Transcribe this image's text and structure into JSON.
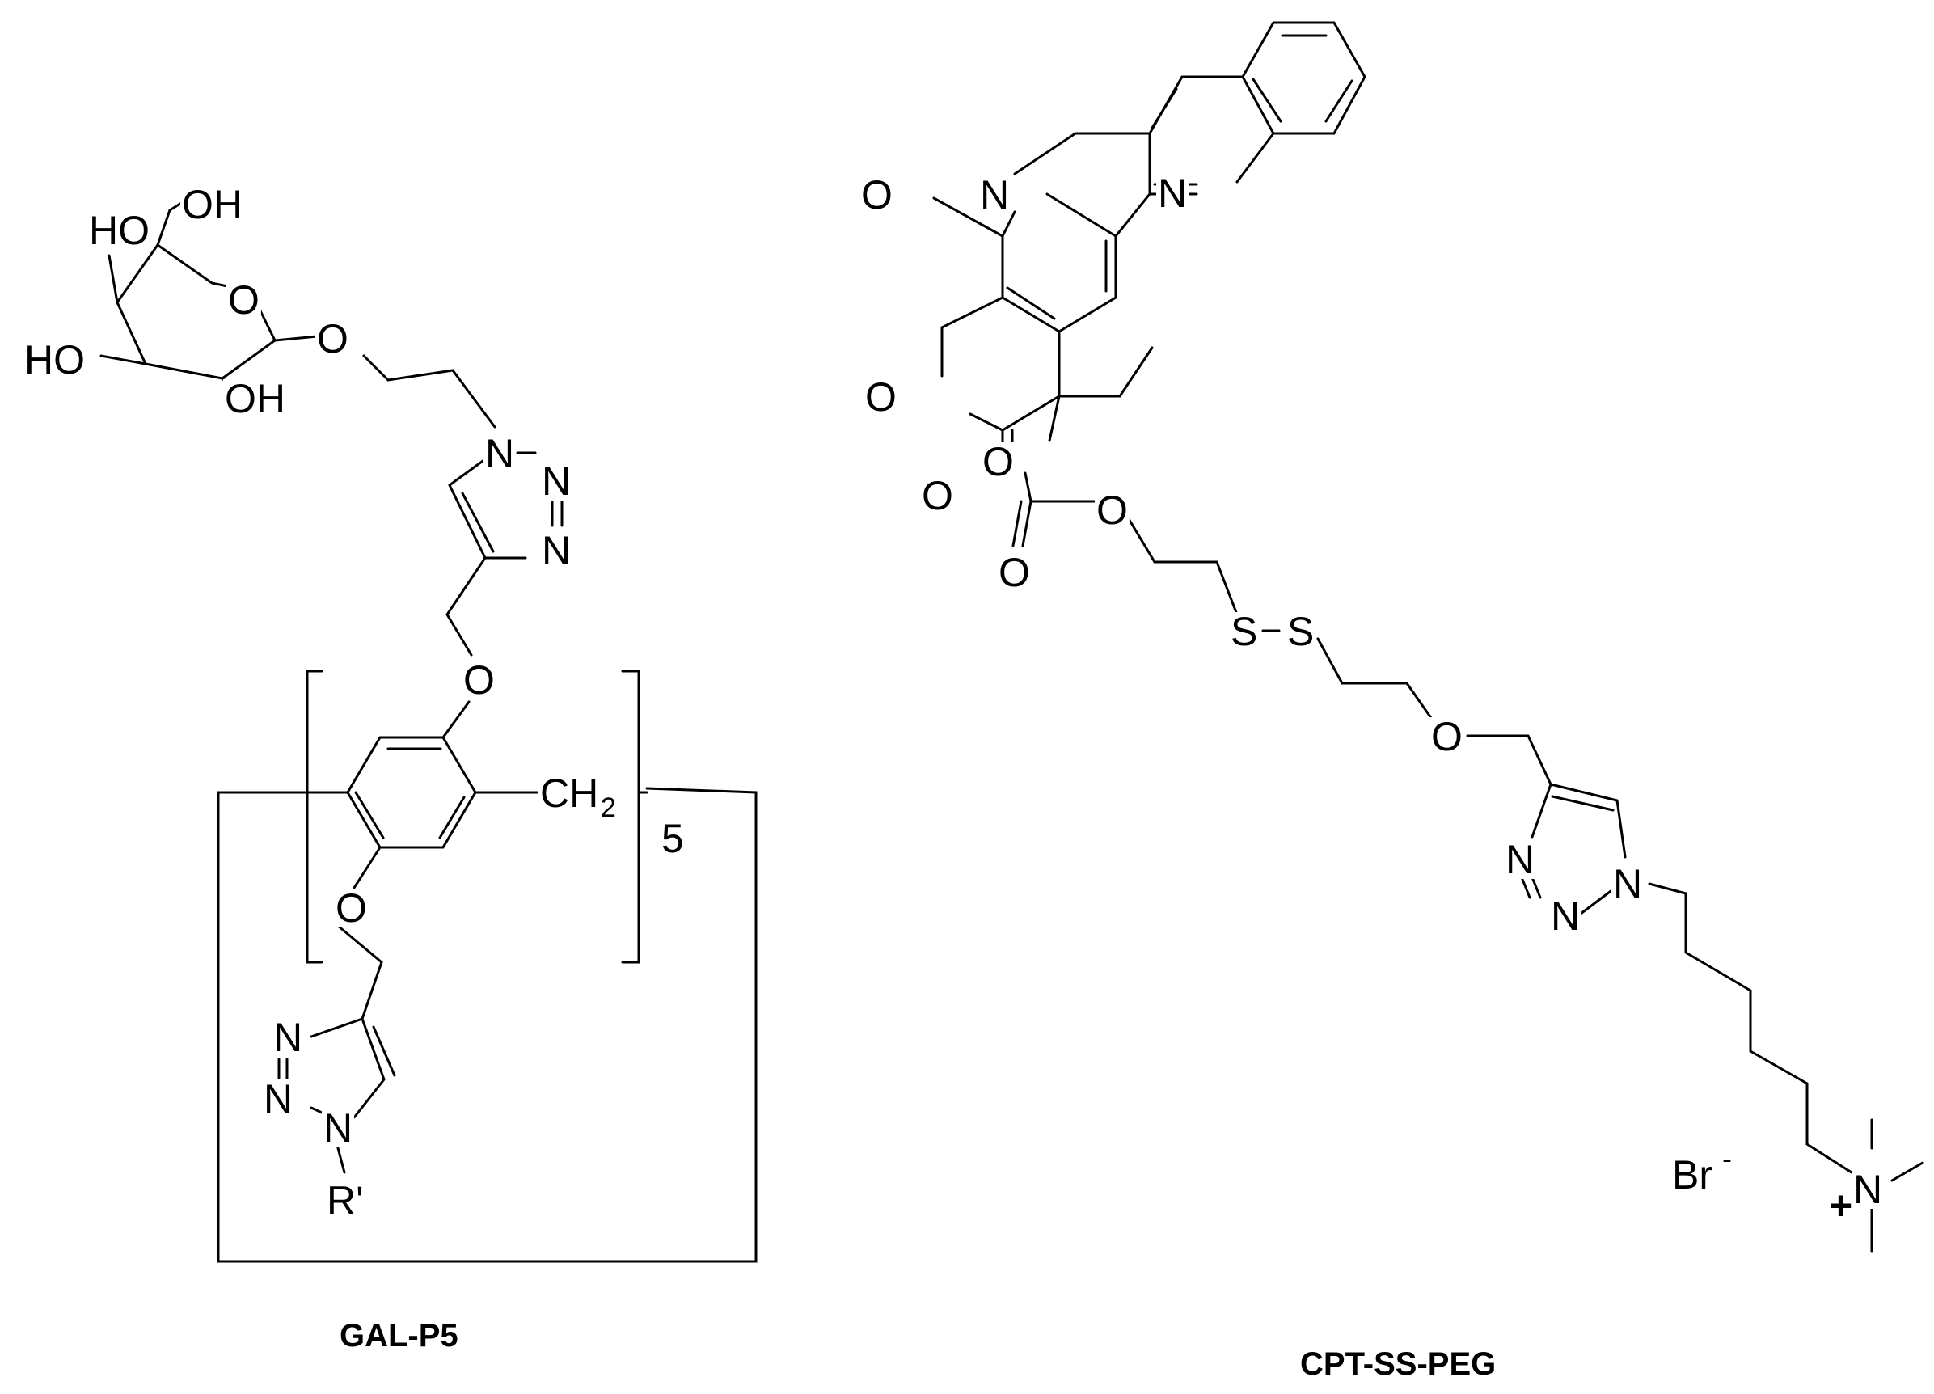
{
  "molecules": [
    {
      "name": "GAL-P5",
      "atoms": {
        "oh_top": "OH",
        "oh_left_top": "HO",
        "ring_o": "O",
        "ho_left": "HO",
        "oh_bottom": "OH",
        "glyco_o": "O",
        "tz1_n1": "N",
        "tz1_n2": "N",
        "tz1_n3": "N",
        "ether_o_top": "O",
        "ch2": "CH",
        "ch2_sub": "2",
        "repeat_n": "5",
        "ether_o_bottom": "O",
        "tz2_n3": "N",
        "tz2_n2": "N",
        "tz2_n1": "N",
        "r_prime": "R'"
      }
    },
    {
      "name": "CPT-SS-PEG",
      "atoms": {
        "quinoline_n": "N",
        "pyrrole_n": "N",
        "keto_o": "O",
        "lactone_o": "O",
        "lactone_co": "O",
        "ester_o": "O",
        "carbonate_co": "O",
        "carbonate_o": "O",
        "s1": "S",
        "s2": "S",
        "peg_o": "O",
        "tz_n3": "N",
        "tz_n2": "N",
        "tz_n1": "N",
        "ammonium_n": "N",
        "plus": "+",
        "counterion": "Br",
        "counterion_charge": "-"
      }
    }
  ]
}
